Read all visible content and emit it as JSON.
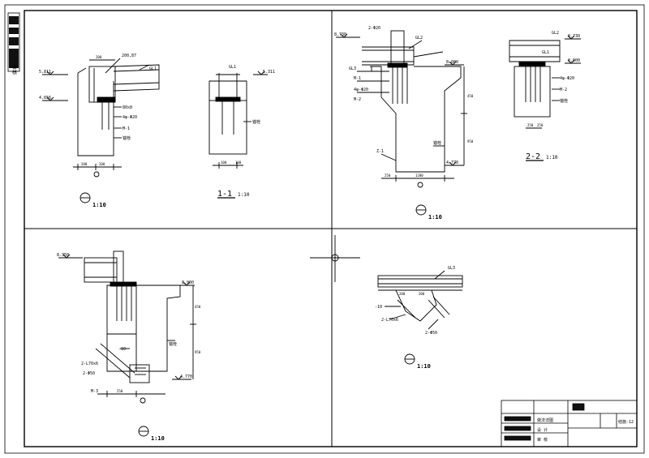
{
  "sheet": {
    "side_stamp": "审核",
    "title_block": {
      "fields": [
        "做法详图",
        "设 计",
        "审 核"
      ],
      "sheet_no": "结施-12"
    }
  },
  "details": [
    {
      "scale_tag": "1:10",
      "elevations": [
        "5.811",
        "4.656"
      ],
      "labels": [
        "GL1",
        "200,87",
        "80x8",
        "4φ-Φ20",
        "M-1",
        "锚栓"
      ],
      "dims": [
        "200",
        "200",
        "200"
      ]
    },
    {
      "section_tag": "1-1",
      "scale_tag": "1:10",
      "elevations": [
        "5.311"
      ],
      "labels": [
        "GL1",
        "锚栓"
      ],
      "dims": [
        "100",
        "100"
      ]
    },
    {
      "scale_tag": "1:10",
      "elevations": [
        "8.730",
        "8.000",
        "4.770"
      ],
      "labels": [
        "GL2",
        "GL3",
        "2-Φ20",
        "M-1",
        "4φ-Φ20",
        "M-2",
        "Z-1",
        "锚栓"
      ],
      "dims": [
        "250",
        "450",
        "950",
        "1200"
      ]
    },
    {
      "section_tag": "2-2",
      "scale_tag": "1:10",
      "elevations": [
        "8.730",
        "8.000"
      ],
      "labels": [
        "GL2",
        "GL1",
        "4φ-Φ20",
        "M-2",
        "锚栓"
      ],
      "dims": [
        "250",
        "250"
      ]
    },
    {
      "scale_tag": "1:10",
      "elevations": [
        "8.350",
        "8.000",
        "4.770"
      ],
      "labels": [
        "-10",
        "2-L70x6",
        "2-Φ50",
        "M-3",
        "锚栓"
      ],
      "dims": [
        "450",
        "950",
        "250"
      ]
    },
    {
      "scale_tag": "1:10",
      "labels": [
        "GL3",
        "-10",
        "2-L70x6",
        "2-Φ50"
      ],
      "dims": [
        "200",
        "200"
      ]
    }
  ]
}
